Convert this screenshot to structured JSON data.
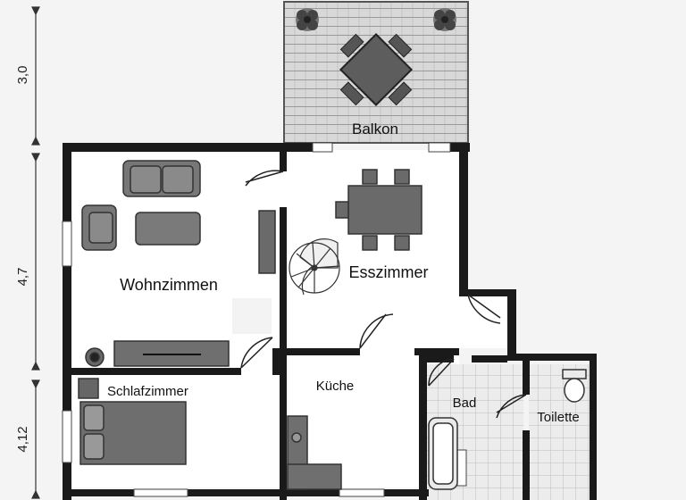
{
  "rooms": {
    "balkon": "Balkon",
    "wohnzimmer": "Wohnzimmen",
    "esszimmer": "Esszimmer",
    "schlafzimmer": "Schlafzimmer",
    "kueche": "Küche",
    "bad": "Bad",
    "toilette": "Toilette"
  },
  "dimensions": {
    "balkon_depth": "3,0",
    "wohnzimmer_depth": "4,7",
    "schlafzimmer_depth": "4,12"
  },
  "colors": {
    "wall": "#1a1a1a",
    "furniture": "#6a6a6a",
    "floor": "#ffffff",
    "balcony": "#d6d6d6",
    "tile": "#dcdcdc"
  }
}
